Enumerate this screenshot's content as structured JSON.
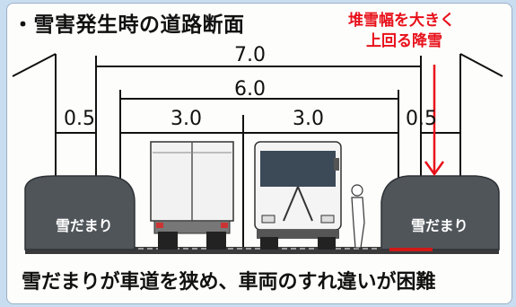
{
  "title": "・雪害発生時の道路断面",
  "note": {
    "line1": "堆雪幅を大きく",
    "line2": "上回る降雪",
    "color": "#e8101a"
  },
  "dimensions": {
    "total_width": "7.0",
    "carriageway_width": "6.0",
    "lane_left": "3.0",
    "lane_right": "3.0",
    "shoulder_left": "0.5",
    "shoulder_right": "0.5"
  },
  "snow_pile_left": "雪だまり",
  "snow_pile_right": "雪だまり",
  "caption": "雪だまりが車道を狭め、車両のすれ違いが困難",
  "colors": {
    "snow_pile": "#50555a",
    "road": "#3a3a3a",
    "background": "#c9ddf0"
  },
  "icons": {
    "truck": "truck-icon",
    "bus": "bus-icon",
    "pedestrian": "pedestrian-icon",
    "arrow": "arrow-down-icon"
  }
}
